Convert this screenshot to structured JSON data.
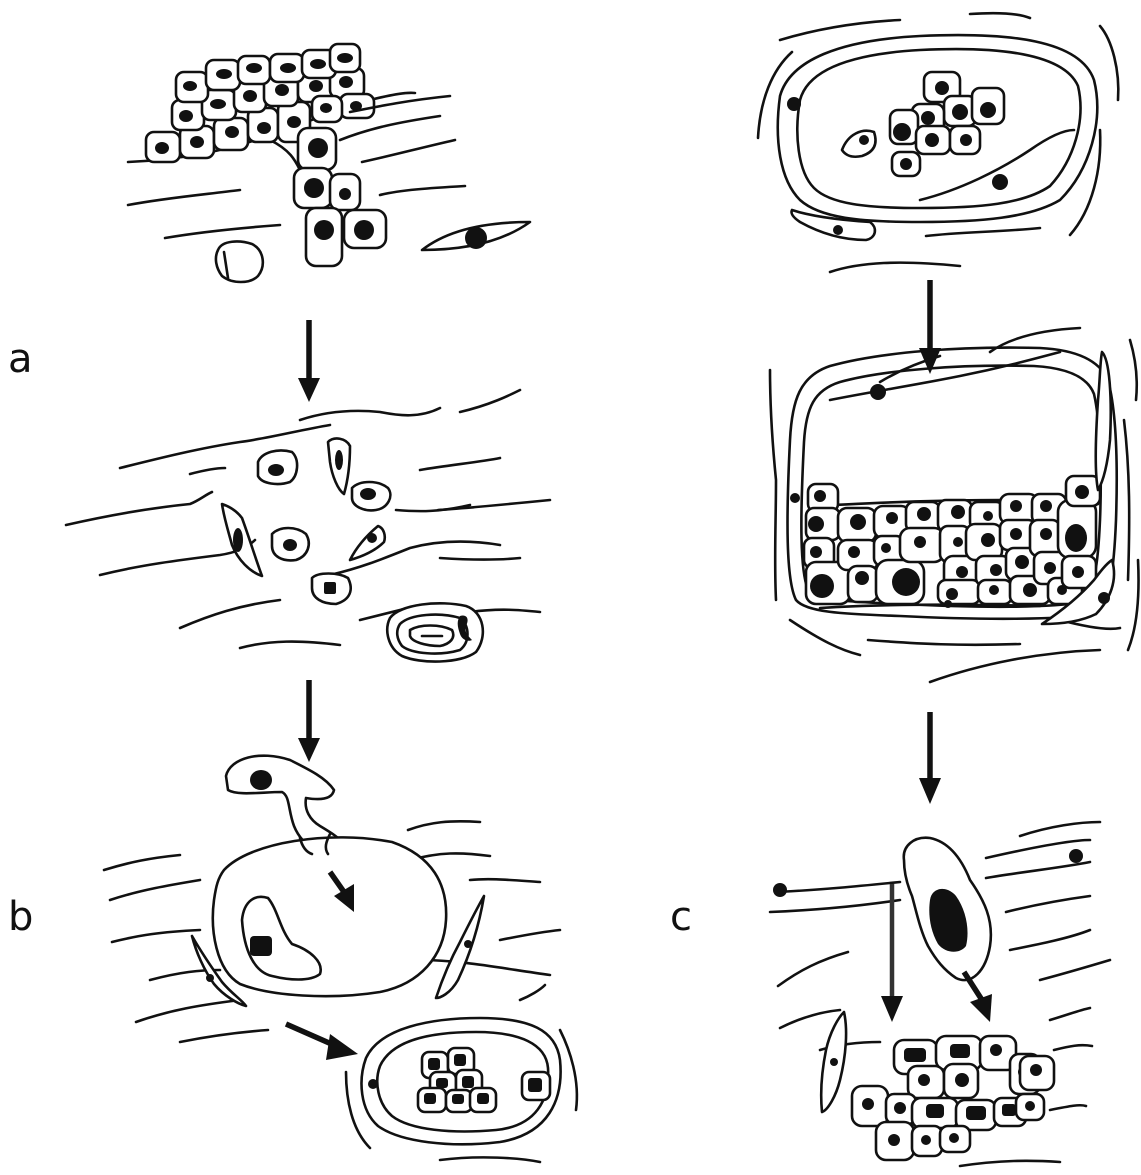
{
  "figure": {
    "labels": {
      "a": "a",
      "b": "b",
      "c": "c"
    }
  },
  "colors": {
    "ink": "#111111",
    "paper": "#ffffff"
  }
}
